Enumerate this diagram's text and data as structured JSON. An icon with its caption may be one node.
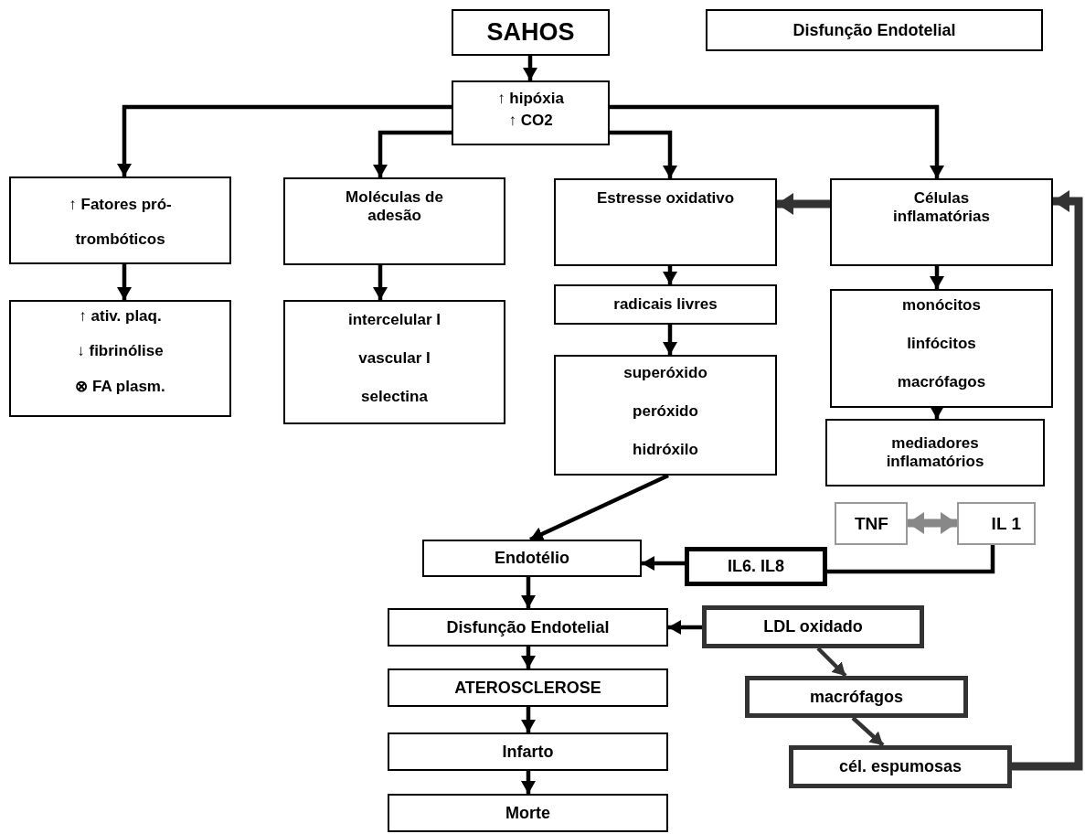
{
  "diagram": {
    "nodes": [
      {
        "text": [
          "SAHOS"
        ]
      },
      {
        "text": [
          "Disfunção Endotelial"
        ]
      },
      {
        "text": [
          "↑ hipóxia",
          "↑ CO2"
        ]
      },
      {
        "text": [
          "↑ Fatores pró-trombóticos"
        ]
      },
      {
        "text": [
          "Moléculas de adesão"
        ]
      },
      {
        "text": [
          "Estresse oxidativo"
        ]
      },
      {
        "text": [
          "Células inflamatórias"
        ]
      },
      {
        "text": [
          "↑ ativ. plaq.",
          "↓ fibrinólise",
          "⊗ FA plasm."
        ]
      },
      {
        "text": [
          "intercelular I",
          "vascular I",
          "selectina"
        ]
      },
      {
        "text": [
          "radicais livres"
        ]
      },
      {
        "text": [
          "superóxido",
          "peróxido",
          "hidróxilo"
        ]
      },
      {
        "text": [
          "monócitos",
          "linfócitos",
          "macrófagos"
        ]
      },
      {
        "text": [
          "mediadores inflamatórios"
        ]
      },
      {
        "text": [
          "TNF"
        ]
      },
      {
        "text": [
          "IL 1"
        ]
      },
      {
        "text": [
          "Endotélio"
        ]
      },
      {
        "text": [
          "IL6. IL8"
        ]
      },
      {
        "text": [
          "Disfunção Endotelial"
        ]
      },
      {
        "text": [
          "LDL oxidado"
        ]
      },
      {
        "text": [
          "ATEROSCLEROSE"
        ]
      },
      {
        "text": [
          "macrófagos"
        ]
      },
      {
        "text": [
          "Infarto"
        ]
      },
      {
        "text": [
          "cél. espumosas"
        ]
      },
      {
        "text": [
          "Morte"
        ]
      }
    ],
    "edges": [
      {
        "from": 0,
        "to": 2,
        "arrow": "to"
      },
      {
        "from": 2,
        "to": 3,
        "arrow": "to"
      },
      {
        "from": 2,
        "to": 4,
        "arrow": "to"
      },
      {
        "from": 2,
        "to": 5,
        "arrow": "to"
      },
      {
        "from": 2,
        "to": 6,
        "arrow": "to"
      },
      {
        "from": 3,
        "to": 7,
        "arrow": "to"
      },
      {
        "from": 4,
        "to": 8,
        "arrow": "to"
      },
      {
        "from": 5,
        "to": 9,
        "arrow": "to"
      },
      {
        "from": 9,
        "to": 10,
        "arrow": "to"
      },
      {
        "from": 6,
        "to": 11,
        "arrow": "to"
      },
      {
        "from": 11,
        "to": 12,
        "arrow": "to"
      },
      {
        "from": 6,
        "to": 5,
        "arrow": "to",
        "style": "thick",
        "color": "#333333"
      },
      {
        "from": 22,
        "to": 6,
        "arrow": "to",
        "style": "thick",
        "color": "#333333"
      },
      {
        "from": 13,
        "to": 14,
        "arrow": "both",
        "style": "thick",
        "color": "#888888"
      },
      {
        "from": 14,
        "to": 16,
        "arrow": "none"
      },
      {
        "from": 16,
        "to": 15,
        "arrow": "to"
      },
      {
        "from": 10,
        "to": 15,
        "arrow": "to"
      },
      {
        "from": 15,
        "to": 17,
        "arrow": "to"
      },
      {
        "from": 17,
        "to": 19,
        "arrow": "to"
      },
      {
        "from": 19,
        "to": 21,
        "arrow": "to"
      },
      {
        "from": 21,
        "to": 23,
        "arrow": "to"
      },
      {
        "from": 18,
        "to": 17,
        "arrow": "to"
      },
      {
        "from": 18,
        "to": 20,
        "arrow": "to",
        "color": "#333333"
      },
      {
        "from": 20,
        "to": 22,
        "arrow": "to",
        "color": "#333333"
      }
    ]
  }
}
